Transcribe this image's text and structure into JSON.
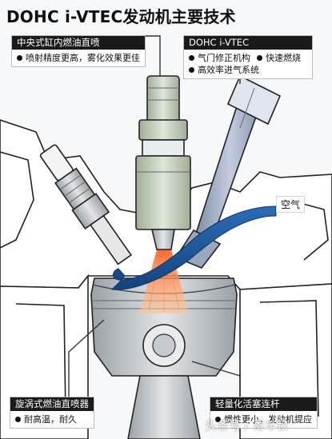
{
  "title": "DOHC i-VTEC发动机主要技术",
  "callouts": {
    "injector": {
      "heading": "中央式缸内燃油直喷",
      "bullets": [
        "喷射精度更高，雾化效果更佳"
      ]
    },
    "vtec": {
      "heading": "DOHC i-VTEC",
      "bullets": [
        "气门修正机构",
        "快速燃烧",
        "高效率进气系统"
      ]
    },
    "swirl": {
      "heading": "旋涡式燃油直喷器",
      "bullets": [
        "耐高温，耐久"
      ]
    },
    "piston": {
      "heading": "轻量化活塞连杆",
      "bullets": [
        "惯性更小，发动机提应"
      ]
    }
  },
  "air_label": "空气",
  "watermark": "头条号 / 寄车铁",
  "colors": {
    "accent": "#1a4f8c",
    "air_flow": "#1e5fa8",
    "spray": "#ff7a3c",
    "metal": "#c9ced2",
    "injector_green": "#c8d3bf"
  }
}
